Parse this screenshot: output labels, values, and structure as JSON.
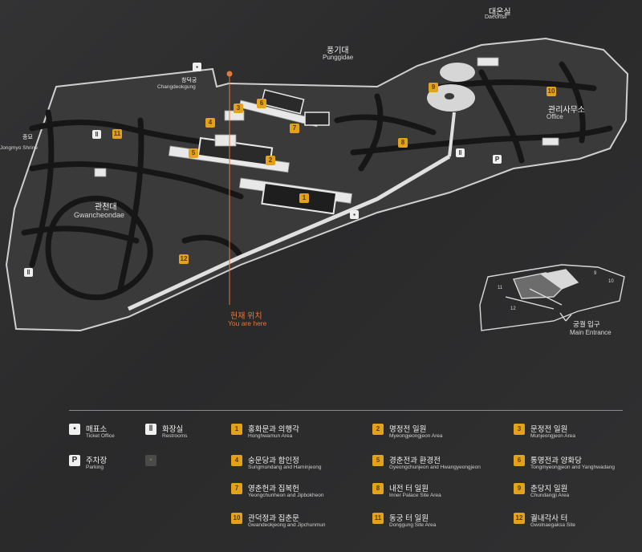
{
  "map": {
    "places": {
      "daeonsil_ko": "대온실",
      "daeonsil_en": "Daeonsil",
      "punggidae_ko": "풍기대",
      "punggidae_en": "Punggidae",
      "office_ko": "관리사무소",
      "office_en": "Office",
      "changdeokgung_ko": "창덕궁",
      "changdeokgung_en": "Changdeokgung",
      "shrine_ko": "종묘",
      "shrine_en": "Jongmyo Shrine",
      "gwancheondae_ko": "관천대",
      "gwancheondae_en": "Gwancheondae",
      "here_ko": "현재 위치",
      "here_en": "You are here"
    },
    "markers": {
      "m1": "1",
      "m2": "2",
      "m3": "3",
      "m4": "4",
      "m5": "5",
      "m6": "6",
      "m7": "7",
      "m8": "8",
      "m9": "9",
      "m10": "10",
      "m11": "11",
      "m12": "12"
    },
    "inset": {
      "entrance_ko": "궁궐 입구",
      "entrance_en": "Main Entrance",
      "n9": "9",
      "n10": "10",
      "n11": "11",
      "n12": "12"
    },
    "colors": {
      "accent": "#e3a21a",
      "here": "#e8763a",
      "path": "#161617",
      "line": "#cfcfcf"
    }
  },
  "legend": {
    "ticket_ko": "매표소",
    "ticket_en": "Ticket Office",
    "restroom_ko": "화장실",
    "restroom_en": "Restrooms",
    "parking_ko": "주차장",
    "parking_en": "Parking",
    "areas": [
      {
        "num": "1",
        "ko": "홍화문과 의행각",
        "en": "Honghwamun Area"
      },
      {
        "num": "2",
        "ko": "명정전 일원",
        "en": "Myeongjeongjeon Area"
      },
      {
        "num": "3",
        "ko": "문정전 일원",
        "en": "Munjeongjeon Area"
      },
      {
        "num": "4",
        "ko": "숭문당과 함인정",
        "en": "Sungmundang and Haminjeong"
      },
      {
        "num": "5",
        "ko": "경춘전과 환경전",
        "en": "Gyeongchunjeon and Hwangyeongjeon"
      },
      {
        "num": "6",
        "ko": "통명전과 양화당",
        "en": "Tongmyeongjeon and Yanghwadang"
      },
      {
        "num": "7",
        "ko": "영춘헌과 집복헌",
        "en": "Yeongchunheon and Jipbokheon"
      },
      {
        "num": "8",
        "ko": "내전 터 일원",
        "en": "Inner Palace Site Area"
      },
      {
        "num": "9",
        "ko": "춘당지 일원",
        "en": "Chundangji Area"
      },
      {
        "num": "10",
        "ko": "관덕정과 집춘문",
        "en": "Gwandeokjeong and Jipchunmun"
      },
      {
        "num": "11",
        "ko": "동궁 터 일원",
        "en": "Donggung Site Area"
      },
      {
        "num": "12",
        "ko": "궐내각사 터",
        "en": "Gwolnaegaksa Site"
      }
    ]
  }
}
